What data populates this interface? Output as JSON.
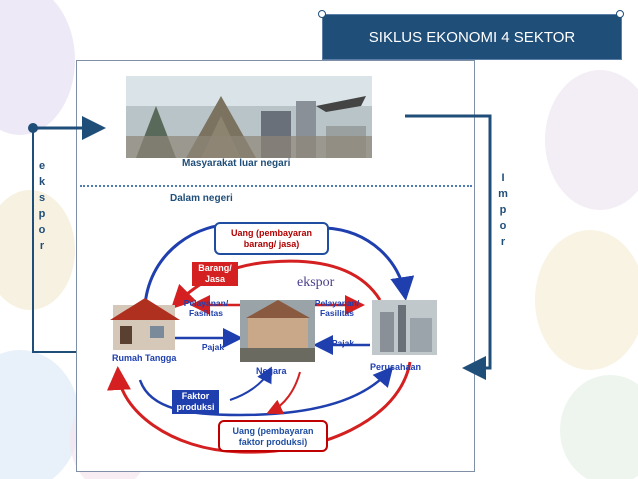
{
  "title": "SIKLUS EKONOMI 4 SEKTOR",
  "labels": {
    "luar_negeri": "Masyarakat luar negari",
    "dalam_negeri": "Dalam negeri",
    "ekspor_vertical": [
      "e",
      "k",
      "s",
      "p",
      "o",
      "r"
    ],
    "impor_vertical": [
      "I",
      "m",
      "p",
      "o",
      "r"
    ],
    "ekspor_center": "ekspor"
  },
  "boxes": {
    "uang_barang": [
      "Uang (pembayaran",
      "barang/ jasa)"
    ],
    "barang_jasa": [
      "Barang/",
      "Jasa"
    ],
    "pelayanan_left": [
      "Pelayanan/",
      "Fasilitas"
    ],
    "pelayanan_right": [
      "Pelayanan/",
      "Fasilitas"
    ],
    "pajak_left": "Pajak",
    "pajak_right": "Pajak",
    "faktor_produksi": [
      "Faktor",
      "produksi"
    ],
    "uang_faktor": [
      "Uang (pembayaran",
      "faktor produksi)"
    ]
  },
  "nodes": {
    "rumah_tangga": "Rumah Tangga",
    "negara": "Negara",
    "perusahaan": "Perusahaan"
  },
  "colors": {
    "navy": "#1f4e79",
    "red": "#d42020",
    "blue": "#1f3fae"
  }
}
